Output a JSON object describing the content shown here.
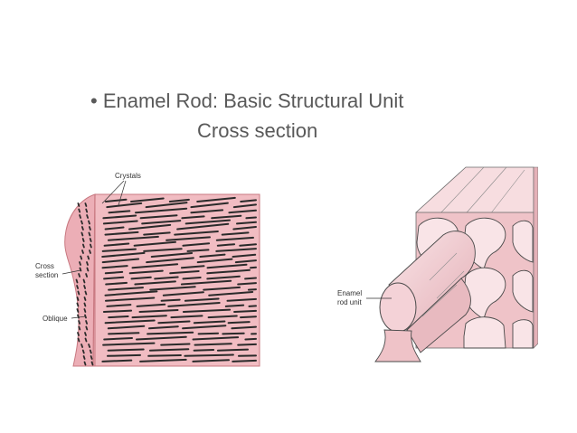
{
  "slide": {
    "title_line1": "• Enamel Rod: Basic Structural Unit",
    "title_line2": "Cross section"
  },
  "figure_left": {
    "labels": {
      "crystals": "Crystals",
      "cross_line1": "Cross",
      "cross_line2": "section",
      "oblique": "Oblique"
    },
    "colors": {
      "fill": "#f1bcc2",
      "edge": "#c87880",
      "line": "#2a2a2a"
    }
  },
  "figure_right": {
    "labels": {
      "rod_line1": "Enamel",
      "rod_line2": "rod unit"
    },
    "colors": {
      "light": "#f7dde0",
      "mid": "#efc3c8",
      "dark": "#d89aa2",
      "line": "#4a4a4a"
    }
  }
}
